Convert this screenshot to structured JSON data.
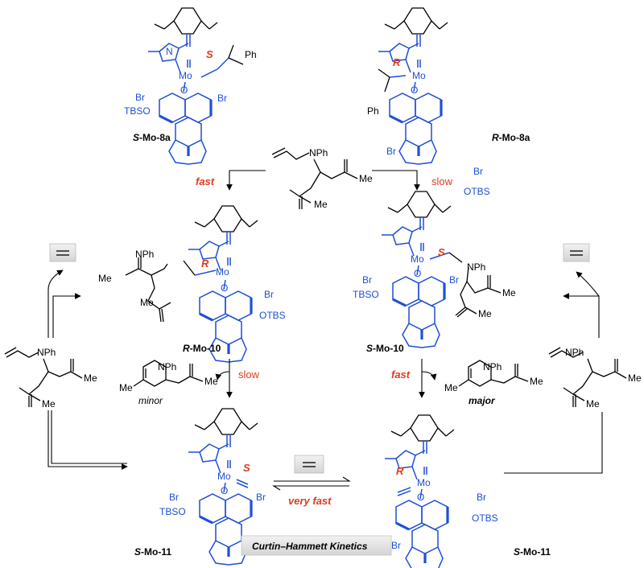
{
  "catalysts": {
    "s_mo_8a": {
      "prefix": "S",
      "name": "-Mo-8a"
    },
    "r_mo_8a": {
      "prefix": "R",
      "name": "-Mo-8a"
    },
    "r_mo_10": {
      "prefix": "R",
      "name": "-Mo-10"
    },
    "s_mo_10": {
      "prefix": "S",
      "name": "-Mo-10"
    },
    "s_mo_11_left": {
      "prefix": "S",
      "name": "-Mo-11"
    },
    "s_mo_11_right": {
      "prefix": "S",
      "name": "-Mo-11"
    }
  },
  "stereo_labels": {
    "S": "S",
    "R": "R"
  },
  "atoms": {
    "mo": "Mo",
    "n": "N",
    "o": "O",
    "br": "Br",
    "tbso": "TBSO",
    "otbs": "OTBS",
    "ph": "Ph",
    "me": "Me",
    "nph": "NPh"
  },
  "rates": {
    "fast": "fast",
    "slow": "slow",
    "very_fast": "very fast"
  },
  "products": {
    "minor": "minor",
    "major": "major"
  },
  "footer": {
    "kinetics": "Curtin–Hammett Kinetics"
  },
  "colors": {
    "ligand_blue": "#1e4fd6",
    "rate_red": "#e03a1c",
    "text": "#000000",
    "box_grey": "#e3e3e3"
  }
}
